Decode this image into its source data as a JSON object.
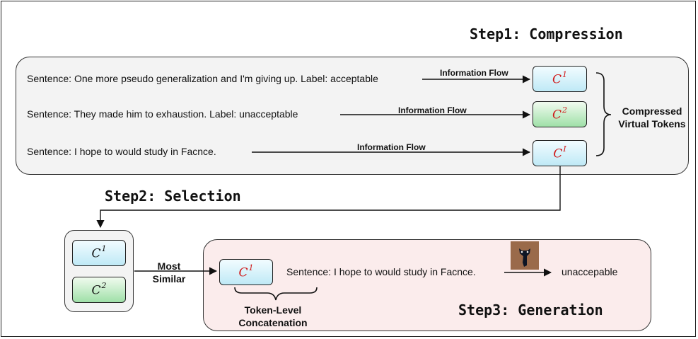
{
  "step1": "Step1: Compression",
  "step2": "Step2: Selection",
  "step3": "Step3: Generation",
  "compression": {
    "rows": [
      {
        "sentence": "Sentence: One more pseudo generalization and I'm giving up. Label: acceptable",
        "flow": "Information Flow",
        "token_base": "C",
        "token_sup": "1"
      },
      {
        "sentence": "Sentence: They made him to exhaustion. Label: unacceptable",
        "flow": "Information Flow",
        "token_base": "C",
        "token_sup": "2"
      },
      {
        "sentence": "Sentence: I hope to would study in Facnce.",
        "flow": "Information Flow",
        "token_base": "C",
        "token_sup": "I"
      }
    ],
    "brace_label_line1": "Compressed",
    "brace_label_line2": "Virtual Tokens"
  },
  "selection": {
    "tokens": [
      {
        "base": "C",
        "sup": "1"
      },
      {
        "base": "C",
        "sup": "2"
      }
    ],
    "arrow_label_line1": "Most",
    "arrow_label_line2": "Similar"
  },
  "generation": {
    "token_base": "C",
    "token_sup": "1",
    "sentence": "Sentence: I hope to would study in Facnce.",
    "output": "unaccepable",
    "brace_label_line1": "Token-Level",
    "brace_label_line2": "Concatenation"
  },
  "colors": {
    "token_text_red": "#d01818",
    "token_blue": "#bfe9f6",
    "token_green": "#9fe0a8",
    "panel_gray": "#f3f3f3",
    "panel_pink": "#fbecec"
  },
  "icons": {
    "model": "llm-model-icon"
  }
}
